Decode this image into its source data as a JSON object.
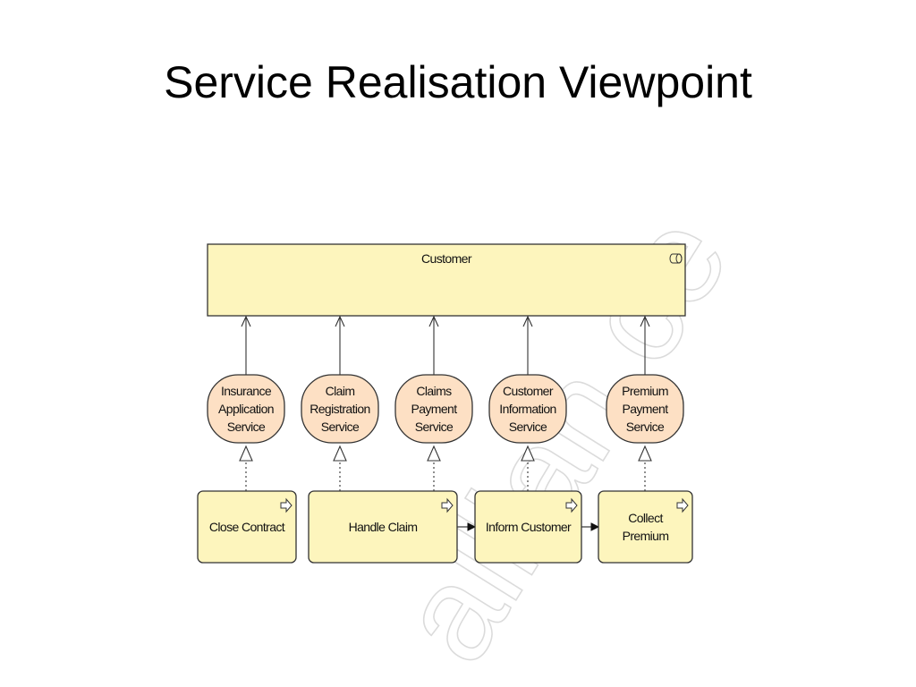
{
  "slide": {
    "title": "Service Realisation Viewpoint"
  },
  "diagram": {
    "actor": {
      "label": "Customer",
      "icon": "business-role-icon"
    },
    "services": [
      {
        "id": "svc-insurance-application",
        "lines": [
          "Insurance",
          "Application",
          "Service"
        ]
      },
      {
        "id": "svc-claim-registration",
        "lines": [
          "Claim",
          "Registration",
          "Service"
        ]
      },
      {
        "id": "svc-claims-payment",
        "lines": [
          "Claims",
          "Payment",
          "Service"
        ]
      },
      {
        "id": "svc-customer-information",
        "lines": [
          "Customer",
          "Information",
          "Service"
        ]
      },
      {
        "id": "svc-premium-payment",
        "lines": [
          "Premium",
          "Payment",
          "Service"
        ]
      }
    ],
    "processes": [
      {
        "id": "proc-close-contract",
        "lines": [
          "Close Contract"
        ],
        "icon": "process-arrow-icon"
      },
      {
        "id": "proc-handle-claim",
        "lines": [
          "Handle Claim"
        ],
        "icon": "process-arrow-icon"
      },
      {
        "id": "proc-inform-customer",
        "lines": [
          "Inform Customer"
        ],
        "icon": "process-arrow-icon"
      },
      {
        "id": "proc-collect-premium",
        "lines": [
          "Collect",
          "Premium"
        ],
        "icon": "process-arrow-icon"
      }
    ],
    "relations": {
      "used_by": [
        {
          "from": "svc-insurance-application",
          "to": "actor"
        },
        {
          "from": "svc-claim-registration",
          "to": "actor"
        },
        {
          "from": "svc-claims-payment",
          "to": "actor"
        },
        {
          "from": "svc-customer-information",
          "to": "actor"
        },
        {
          "from": "svc-premium-payment",
          "to": "actor"
        }
      ],
      "realization": [
        {
          "from": "proc-close-contract",
          "to": "svc-insurance-application"
        },
        {
          "from": "proc-handle-claim",
          "to": "svc-claim-registration"
        },
        {
          "from": "proc-handle-claim",
          "to": "svc-claims-payment"
        },
        {
          "from": "proc-inform-customer",
          "to": "svc-customer-information"
        },
        {
          "from": "proc-collect-premium",
          "to": "svc-premium-payment"
        }
      ],
      "triggering": [
        {
          "from": "proc-handle-claim",
          "to": "proc-inform-customer"
        },
        {
          "from": "proc-inform-customer",
          "to": "proc-collect-premium"
        }
      ]
    },
    "colors": {
      "actor_fill": "#fdf5bd",
      "service_fill": "#fde0c4",
      "process_fill": "#fdf5bd",
      "stroke": "#333333",
      "watermark": "#d8d8d8"
    }
  }
}
